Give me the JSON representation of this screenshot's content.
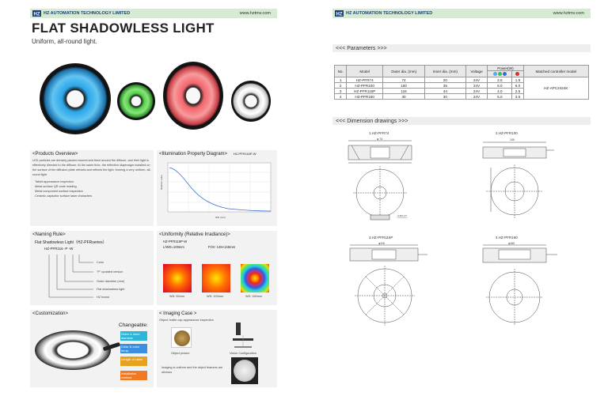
{
  "header": {
    "company": "HZ AUTOMATION TECHNOLOGY LIMITED",
    "url": "www.hztmv.com"
  },
  "left_page": {
    "title": "FLAT SHADOWLESS LIGHT",
    "subtitle": "Uniform, all-round light.",
    "products_overview": {
      "heading": "<Products Overview>",
      "body": "LED particles are densely packed around and fixed around the diffuser, and their light is effectively directed to the diffuser. At the same time, the reflective diaphragm installed on the surface of the diffusion plate refracts and reflects the light, forming a very uniform, all-round light.",
      "bullets": [
        "Tablet appearance inspection",
        "Metal surface QR code reading",
        "Metal component surface inspection",
        "Ceramic capacitor surface laser characters"
      ]
    },
    "illumination": {
      "heading": "<Illumination Property Diagram>",
      "model": "HZ-PFR116P-W"
    },
    "naming": {
      "heading": "<Naming Rule>",
      "series": "Flat Shadowless Light（HZ-PFRseries）",
      "code": "HZ-PFR116 -P -W",
      "labels": [
        "Color",
        "\"P\" updated version",
        "Outer diameter (mm)",
        "Flat shadowless light",
        "HZ brand"
      ]
    },
    "uniformity": {
      "heading": "<Uniformity (Relative Irradiance)>",
      "model": "HZ-PFR116P-W",
      "wd_label": "L/WD=100mm",
      "fov_label": "FOV: 145×145mm",
      "captions": [
        "WD: 50mm",
        "WD: 100mm",
        "WD: 180mm"
      ]
    },
    "customization": {
      "heading": "<Customization>",
      "changeable": "Changeable:",
      "options": [
        "Outer & inner diameter",
        "Color & color temp.",
        "Length of cable",
        "Installation method"
      ]
    },
    "imaging": {
      "heading": "< Imaging Case >",
      "object": "Object: bottle cap appearance inspection",
      "object_picture": "Object picture",
      "vision_config": "Vision Configuration",
      "note": "Imaging is uniform and the object features are obvious"
    }
  },
  "right_page": {
    "params_heading": "<<<   Parameters >>>",
    "dims_heading": "<<<   Dimension drawings   >>>",
    "table": {
      "headers": [
        "No.",
        "Model",
        "Outer dia. (mm)",
        "Inner dia. (mm)",
        "Voltage",
        "Power(W)",
        "Matched controller model"
      ],
      "rows": [
        [
          "1",
          "HZ-PFR74",
          "74",
          "20",
          "24V",
          "2.5",
          "1.5"
        ],
        [
          "2",
          "HZ-PFR100",
          "100",
          "35",
          "24V",
          "6.0",
          "6.0"
        ],
        [
          "3",
          "HZ-PFR116P",
          "116",
          "44",
          "24V",
          "4.0",
          "2.5"
        ],
        [
          "4",
          "HZ-PFR160",
          "30",
          "30",
          "24V",
          "5.0",
          "3.5"
        ]
      ],
      "controller": "HZ-APC2424K"
    },
    "drawings": [
      "1.HZ-PFR74",
      "2.HZ-PFR100",
      "3.HZ-PFR116P",
      "4.HZ-PFR160"
    ]
  },
  "colors": {
    "header_bg": "#d7ead3",
    "blue_ring": "#2aa6e8",
    "green_ring": "#54d24a",
    "red_ring": "#f2656b",
    "white_ring": "#f4f4f4"
  }
}
